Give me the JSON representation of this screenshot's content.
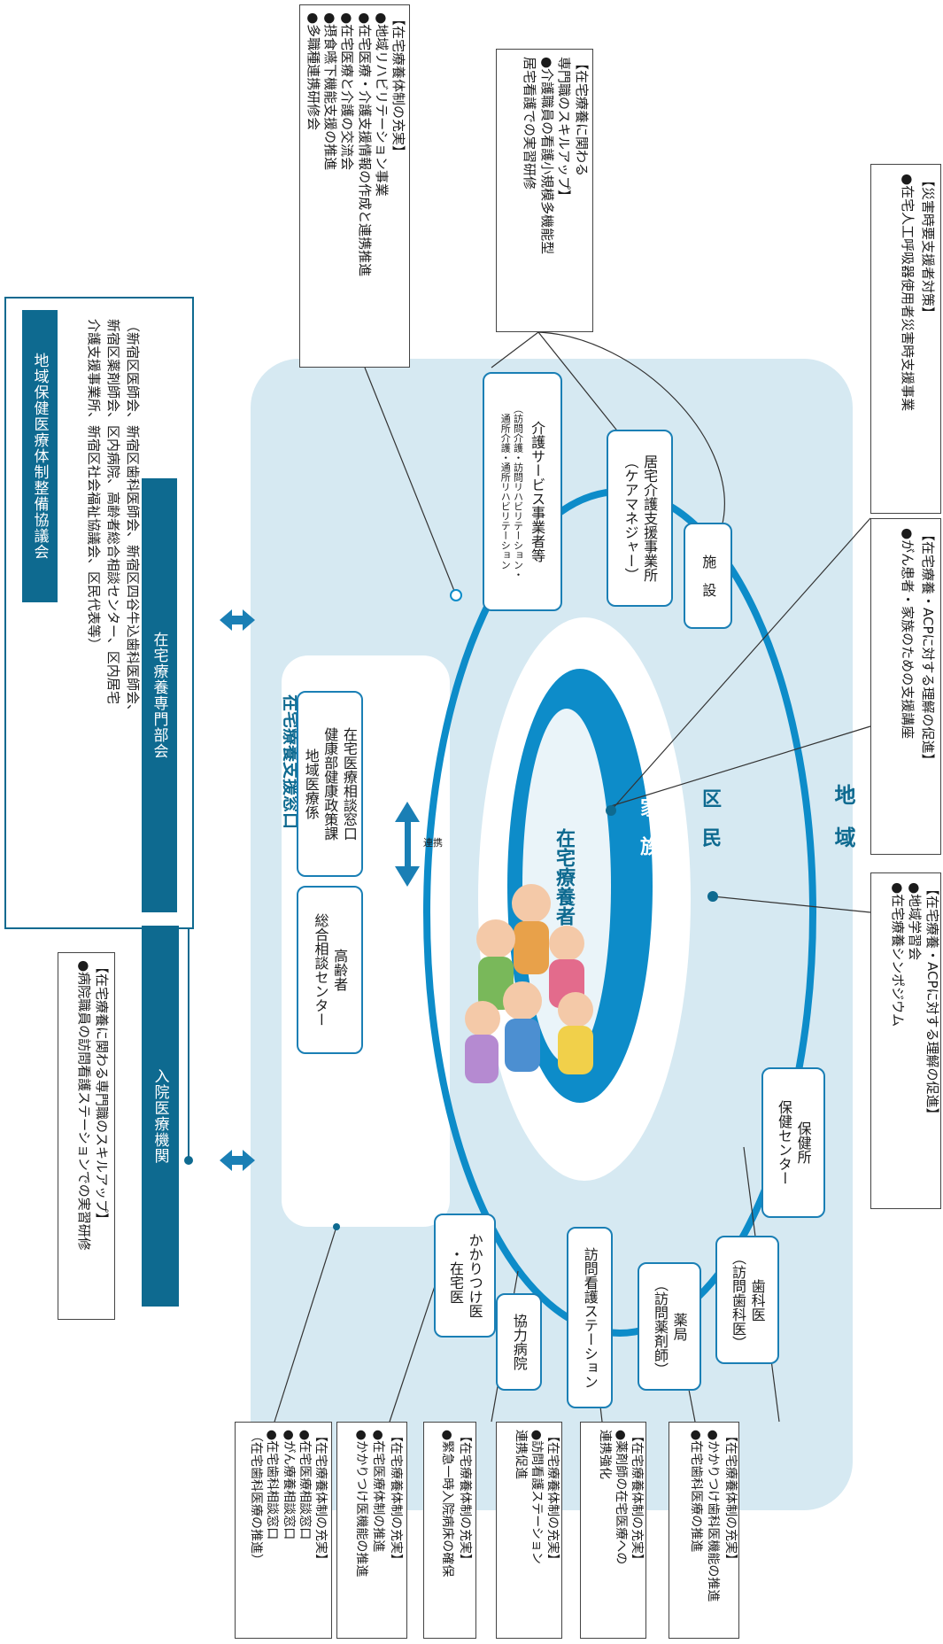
{
  "council": {
    "title": "地域保健医療体制整備協議会",
    "members": "（新宿区医師会、新宿区歯科医師会、新宿区四谷牛込歯科医師会、\n新宿区薬剤師会、区内病院、高齢者総合相談センター、区内居宅\n介護支援事業所、新宿区社会福祉協議会、区民代表等）",
    "subcommittee": "在宅療養専門部会"
  },
  "hospital": {
    "label": "入院医療機関",
    "note": "【在宅療養に関わる専門職のスキルアップ】\n●病院職員の訪問看護ステーションでの実習研修"
  },
  "support_window": {
    "title": "在宅療養支援窓口",
    "health_office": "在宅医療相談窓口\n健康部健康政策課\n地域医療係",
    "link_label": "連携",
    "elderly_center": "高齢者\n総合相談センター"
  },
  "circle": {
    "center": "在宅療養者",
    "family": "家　族",
    "ward": "区　民",
    "community": "地　域"
  },
  "nodes": {
    "home_doctor": "かかりつけ医\n・在宅医",
    "cooperating_hospital": "協力病院",
    "nursing_station": "訪問看護ステーション",
    "pharmacy": "薬局\n（訪問薬剤師）",
    "dentist": "歯科医\n（訪問歯科医）",
    "health_center": "保健所\n保健センター",
    "facility": "施　設",
    "care_manager": "居宅介護支援事業所\n（ケアマネジャー）",
    "care_service": "介護サービス事業者等",
    "care_service_sub": "（訪問介護・訪問リハビリテーション・\n通所介護・通所リハビリテーション"
  },
  "notes": {
    "top_rehab": "【在宅療養体制の充実】\n●地域リハビリテーション事業\n●在宅医療・介護支援情報の作成と連携推進\n●在宅医療と介護の交流会\n●摂食嚥下機能支援の推進\n●多職種連携研修会",
    "top_skill": "【在宅療養に関わる\n専門職のスキルアップ】\n●介護職員の看護小規模多機能型\n居宅看護での実習研修",
    "top_disaster": "【災害時要支援者対策】\n●在宅人工呼吸器使用者災害時支援事業",
    "right_acp1": "【在宅療養・ACPに対する理解の促進】\n●がん患者・家族のための支援講座",
    "right_acp2": "【在宅療養・ACPに対する理解の促進】\n●地域学習会\n●在宅療養シンポジウム",
    "left_1": "【在宅療養体制の充実】\n●在宅医療相談窓口\n●がん療養相談窓口\n●在宅歯科相談窓口\n（在宅歯科医療の推進）",
    "left_2": "【在宅療養体制の充実】\n●在宅医療体制の推進\n●かかりつけ医機能の推進",
    "left_3": "【在宅療養体制の充実】\n●緊急一時入院病床の確保",
    "left_4": "【在宅療養体制の充実】\n●訪問看護ステーション\n連携促進",
    "left_5": "【在宅療養体制の充実】\n●薬剤師の在宅医療への\n連携強化",
    "left_6": "【在宅療養体制の充実】\n●かかりつけ歯科医機能の推進\n●在宅歯科医療の推進"
  },
  "colors": {
    "navy": "#0e6a90",
    "ring": "#0d8cc9",
    "panel": "#d6e9f2",
    "inner": "#eaf4f9"
  }
}
